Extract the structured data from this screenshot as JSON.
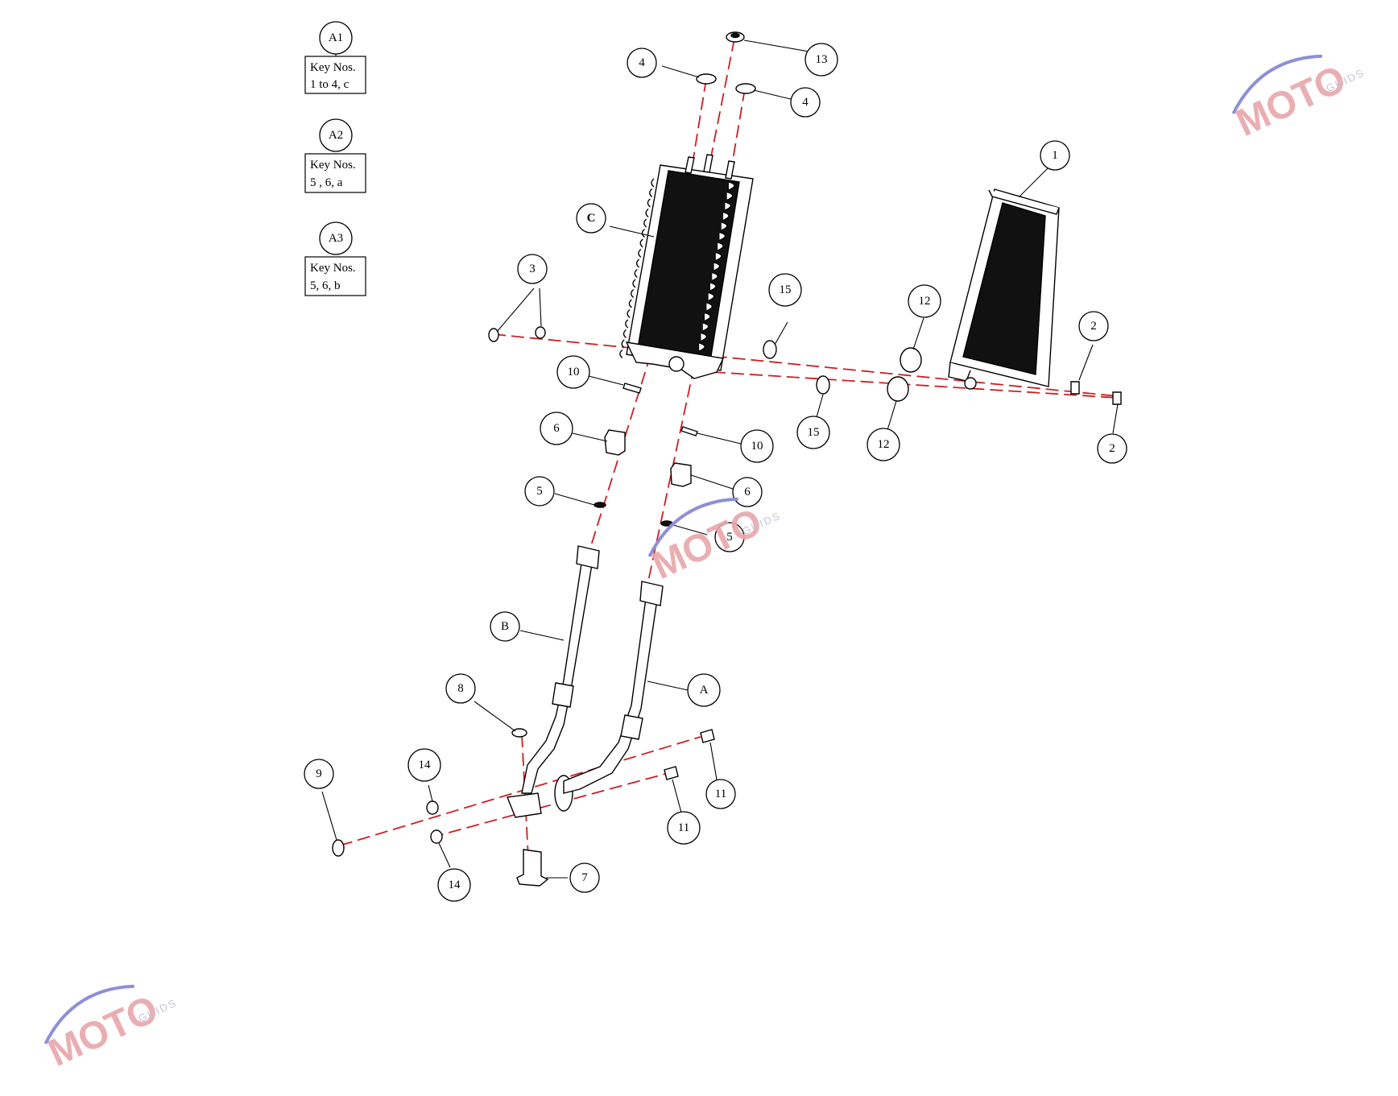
{
  "key_groups": [
    {
      "id": "A1",
      "line1": "Key Nos.",
      "line2": "1 to 4, c"
    },
    {
      "id": "A2",
      "line1": "Key Nos.",
      "line2": "5 , 6, a"
    },
    {
      "id": "A3",
      "line1": "Key Nos.",
      "line2": "5, 6, b"
    }
  ],
  "callouts": {
    "c13": "13",
    "c4a": "4",
    "c4b": "4",
    "c1": "1",
    "cC": "C",
    "c3": "3",
    "c15a": "15",
    "c12a": "12",
    "c2a": "2",
    "c10a": "10",
    "c15b": "15",
    "c12b": "12",
    "c2b": "2",
    "c6a": "6",
    "c10b": "10",
    "c6b": "6",
    "c5a": "5",
    "c5b": "5",
    "cB": "B",
    "c8": "8",
    "cA": "A",
    "c9": "9",
    "c14a": "14",
    "c11a": "11",
    "c11b": "11",
    "c14b": "14",
    "c7": "7"
  },
  "watermark": {
    "brand": "MOTO",
    "tagline": "GUIDS"
  },
  "colors": {
    "centerline": "#cc1f24",
    "watermark": "#e8a6aa",
    "watermark_swoosh": "#8e8fd6"
  }
}
